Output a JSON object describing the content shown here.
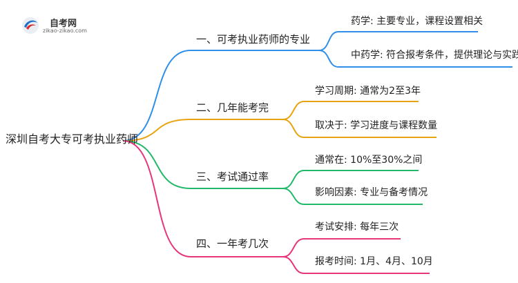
{
  "logo": {
    "name": "自考网",
    "url_text": "zikao-zikao.com"
  },
  "root": "深圳自考大专可考执业药师",
  "branches": [
    {
      "label": "一、可考执业药师的专业",
      "color": "#2e8ee8",
      "leaves": [
        "药学: 主要专业，课程设置相关",
        "中药学: 符合报考条件，提供理论与实践"
      ]
    },
    {
      "label": "二、几年能考完",
      "color": "#e8a410",
      "leaves": [
        "学习周期: 通常为2至3年",
        "取决于: 学习进度与课程数量"
      ]
    },
    {
      "label": "三、考试通过率",
      "color": "#22b86a",
      "leaves": [
        "通常在: 10%至30%之间",
        "影响因素: 专业与备考情况"
      ]
    },
    {
      "label": "四、一年考几次",
      "color": "#e6357a",
      "leaves": [
        "考试安排: 每年三次",
        "报考时间: 1月、4月、10月"
      ]
    }
  ]
}
